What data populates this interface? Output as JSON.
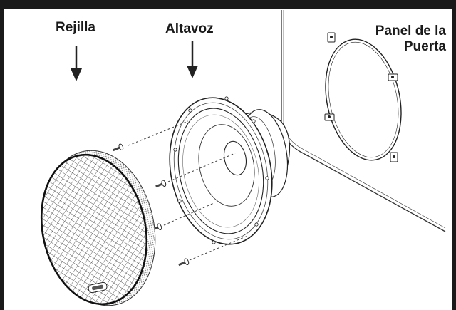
{
  "labels": {
    "grille": "Rejilla",
    "speaker": "Altavoz",
    "door_panel_line1": "Panel de la",
    "door_panel_line2": "Puerta"
  },
  "colors": {
    "frame": "#1a1a1a",
    "background": "#ffffff",
    "line": "#222222",
    "mesh": "#555555"
  },
  "icons": [
    "down-arrow-icon",
    "screw-icon"
  ]
}
